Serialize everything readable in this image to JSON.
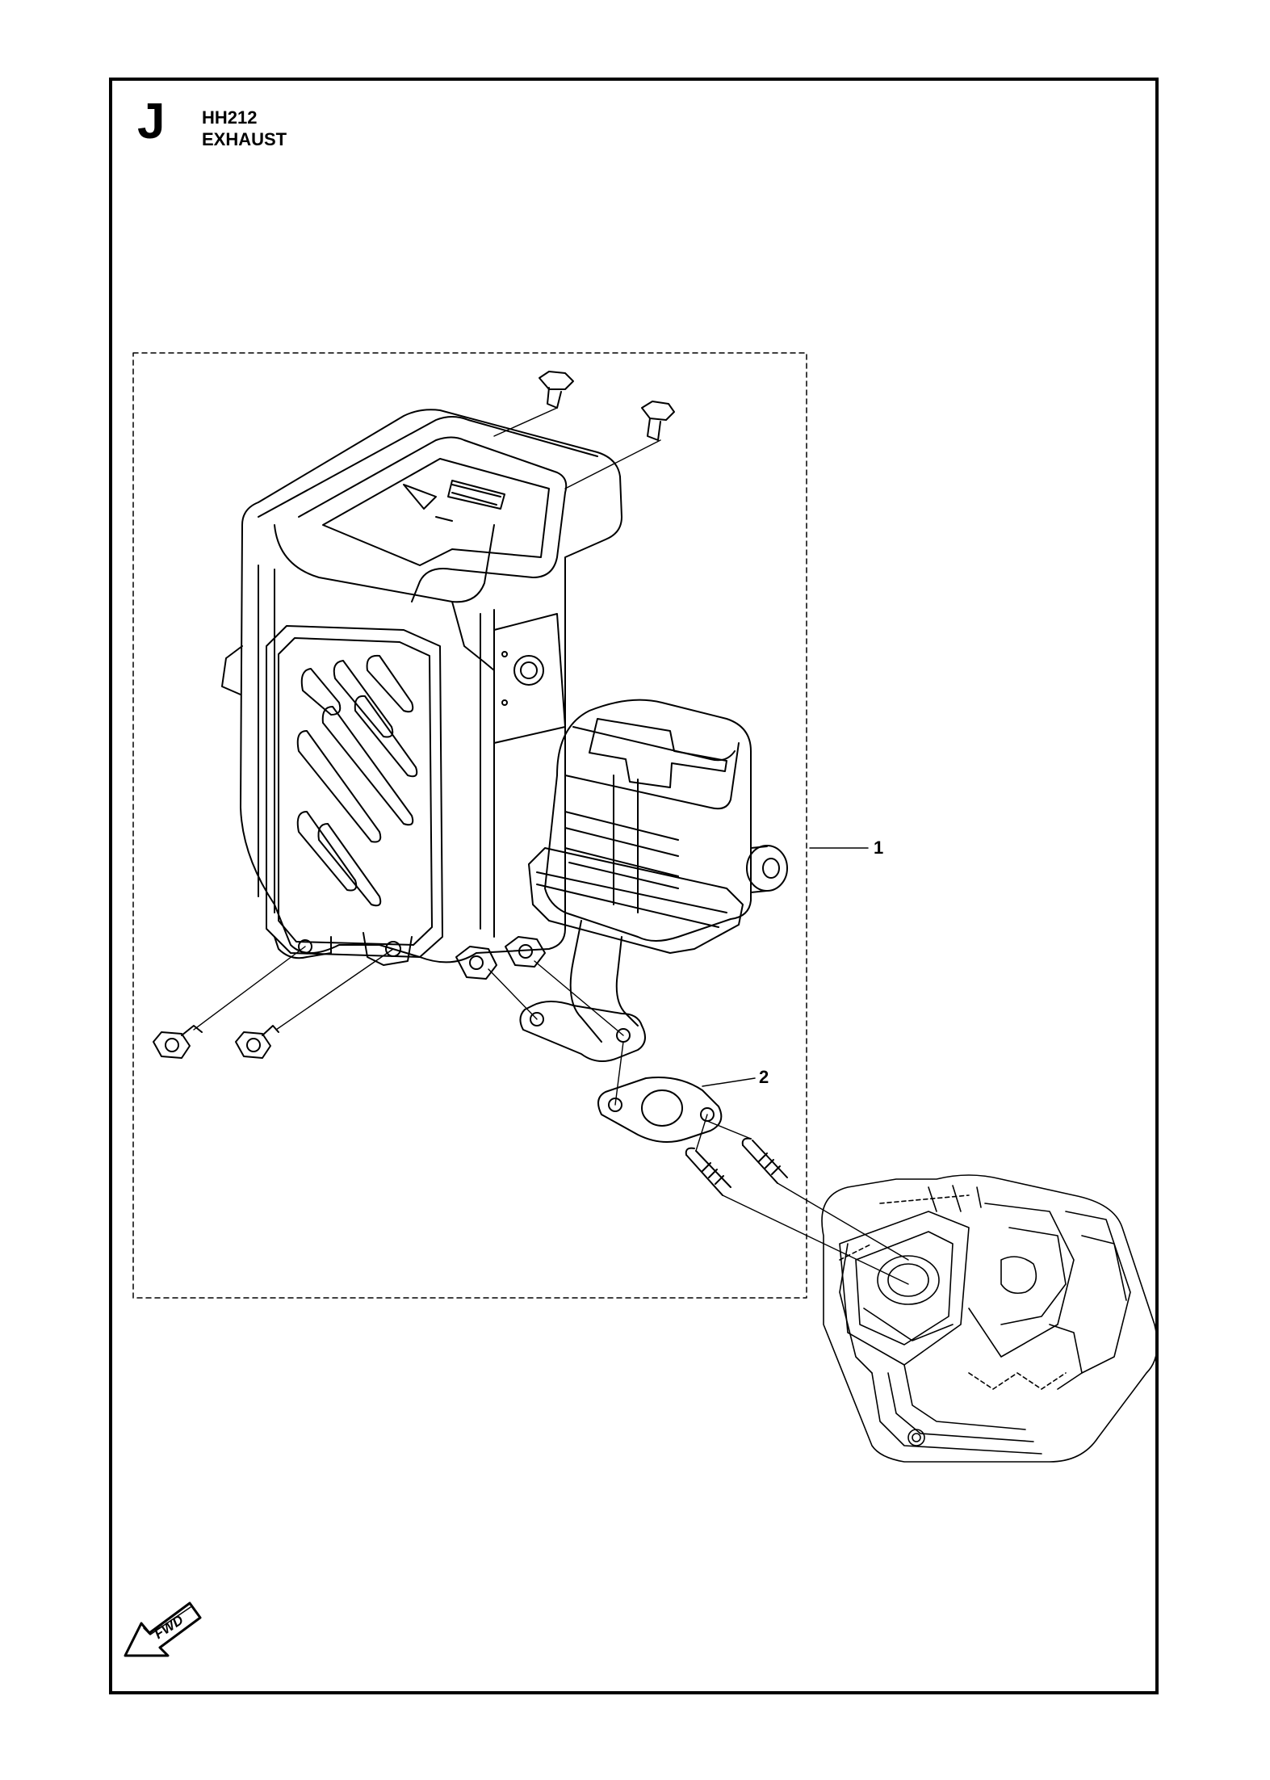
{
  "header": {
    "section_letter": "J",
    "model": "HH212",
    "title": "EXHAUST"
  },
  "callouts": [
    {
      "id": 1,
      "label": "1"
    },
    {
      "id": 2,
      "label": "2"
    }
  ],
  "fwd_label": "FWD",
  "colors": {
    "line": "#000000",
    "background": "#ffffff"
  }
}
